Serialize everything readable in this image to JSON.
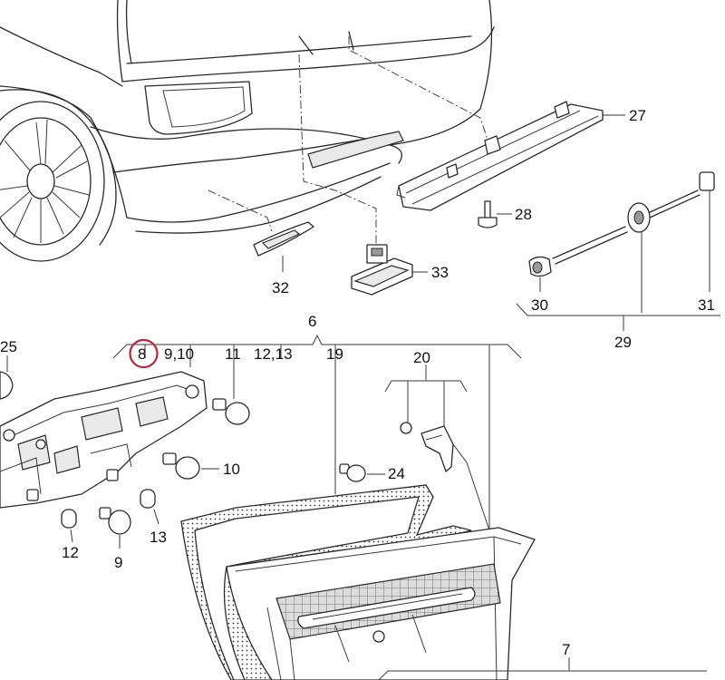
{
  "labels": {
    "p6": "6",
    "p7": "7",
    "p8": "8",
    "p9_10": "9,10",
    "p9": "9",
    "p10": "10",
    "p11": "11",
    "p12_13": "12,13",
    "p12": "12",
    "p13": "13",
    "p19": "19",
    "p20": "20",
    "p24": "24",
    "p25": "25",
    "p27": "27",
    "p28": "28",
    "p29": "29",
    "p30": "30",
    "p31": "31",
    "p32": "32",
    "p33": "33"
  },
  "highlight": {
    "part": "8",
    "color": "#b3283a"
  }
}
